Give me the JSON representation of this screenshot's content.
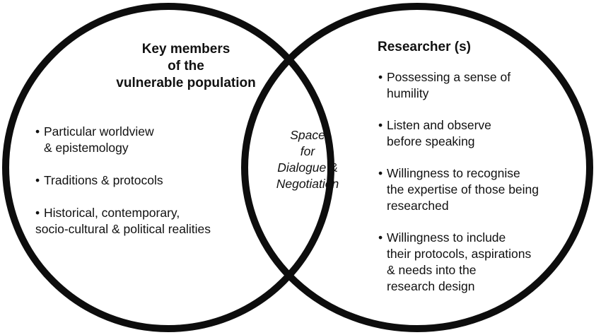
{
  "left": {
    "heading": [
      "Key members",
      "of the",
      "vulnerable population"
    ],
    "items": [
      "Particular worldview\n& epistemology",
      "Traditions & protocols",
      "Historical, contemporary,\nsocio-cultural & political realities"
    ]
  },
  "right": {
    "heading": "Researcher (s)",
    "items": [
      "Possessing a sense of\nhumility",
      "Listen and observe\nbefore speaking",
      "Willingness to recognise\nthe expertise of those being\nresearched",
      "Willingness to include\ntheir protocols, aspirations\n& needs into the\nresearch design"
    ]
  },
  "overlap": [
    "Space",
    "for",
    "Dialogue &",
    "Negotiation"
  ],
  "colors": {
    "stroke": "#0d0d0d",
    "background": "#ffffff",
    "text": "#111111"
  }
}
